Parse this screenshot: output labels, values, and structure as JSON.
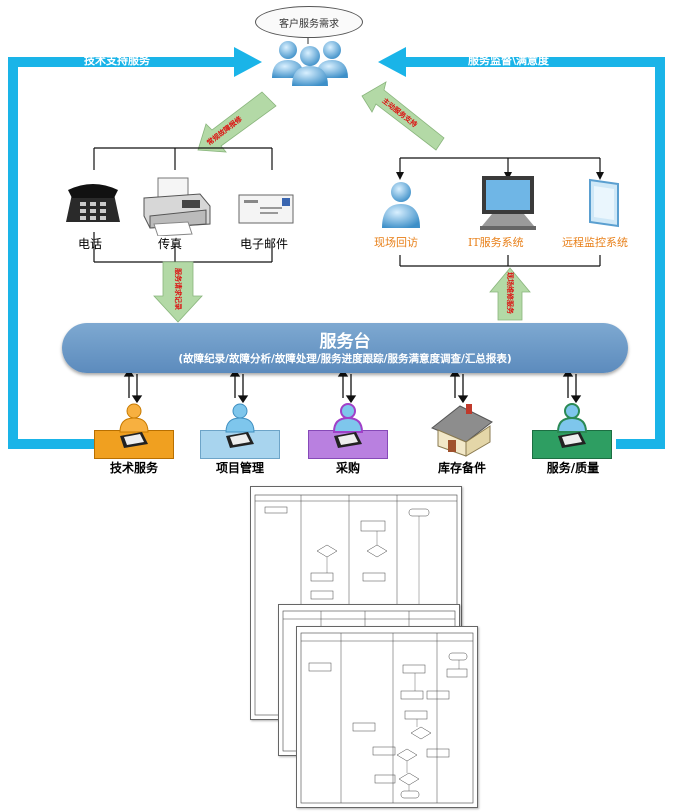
{
  "customer_bubble": "客户服务需求",
  "left_bar_label": "技术支持服务",
  "right_bar_label": "服务监督\\满意度",
  "arrow_left_label": "常规故障报修",
  "arrow_right_label": "主动服务支持",
  "arrow_down_label": "服务请求记录",
  "arrow_up_label": "现场维修服务",
  "channels": [
    {
      "label": "电话"
    },
    {
      "label": "传真"
    },
    {
      "label": "电子邮件"
    }
  ],
  "monitoring": [
    {
      "label": "现场回访"
    },
    {
      "label": "IT服务系统"
    },
    {
      "label": "远程监控系统"
    }
  ],
  "service_desk": {
    "title": "服务台",
    "subtitle": "(故障纪录/故障分析/故障处理/服务进度跟踪/服务满意度调查/汇总报表)"
  },
  "departments": [
    {
      "label": "技术服务",
      "color": "#f0a020"
    },
    {
      "label": "项目管理",
      "color": "#a8d4ee"
    },
    {
      "label": "采购",
      "color": "#b980e0"
    },
    {
      "label": "库存备件",
      "color": "#ffffff"
    },
    {
      "label": "服务/质量",
      "color": "#2e9e62"
    }
  ],
  "colors": {
    "bar": "#1ab4e8",
    "arrow_fill": "#b3d9a6",
    "orange_text": "#e8801a",
    "red_text": "#d11111"
  },
  "icons": [
    "people-group-icon",
    "telephone-icon",
    "fax-icon",
    "email-icon",
    "person-icon",
    "monitor-icon",
    "tablet-icon",
    "laptop-icon",
    "house-icon"
  ]
}
